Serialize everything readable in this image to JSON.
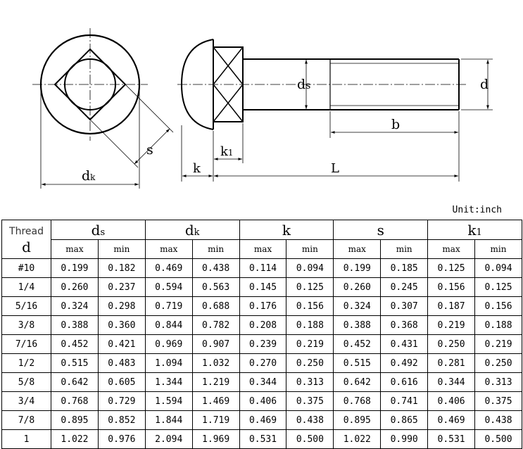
{
  "drawing": {
    "dim_labels": {
      "dk": "d",
      "dk_sub": "k",
      "s": "s",
      "k": "k",
      "k1": "k",
      "k1_sub": "1",
      "ds": "d",
      "ds_sub": "s",
      "d": "d",
      "b": "b",
      "L": "L"
    }
  },
  "unit": "Unit:inch",
  "table": {
    "thread_header_line1": "Thread",
    "thread_header_line2": "d",
    "groups": [
      {
        "label": "d",
        "sub": "s"
      },
      {
        "label": "d",
        "sub": "k"
      },
      {
        "label": "k",
        "sub": ""
      },
      {
        "label": "s",
        "sub": ""
      },
      {
        "label": "k",
        "sub": "1"
      }
    ],
    "max_label": "max",
    "min_label": "min",
    "rows": [
      {
        "thread": "#10",
        "values": [
          "0.199",
          "0.182",
          "0.469",
          "0.438",
          "0.114",
          "0.094",
          "0.199",
          "0.185",
          "0.125",
          "0.094"
        ]
      },
      {
        "thread": "1/4",
        "values": [
          "0.260",
          "0.237",
          "0.594",
          "0.563",
          "0.145",
          "0.125",
          "0.260",
          "0.245",
          "0.156",
          "0.125"
        ]
      },
      {
        "thread": "5/16",
        "values": [
          "0.324",
          "0.298",
          "0.719",
          "0.688",
          "0.176",
          "0.156",
          "0.324",
          "0.307",
          "0.187",
          "0.156"
        ]
      },
      {
        "thread": "3/8",
        "values": [
          "0.388",
          "0.360",
          "0.844",
          "0.782",
          "0.208",
          "0.188",
          "0.388",
          "0.368",
          "0.219",
          "0.188"
        ]
      },
      {
        "thread": "7/16",
        "values": [
          "0.452",
          "0.421",
          "0.969",
          "0.907",
          "0.239",
          "0.219",
          "0.452",
          "0.431",
          "0.250",
          "0.219"
        ]
      },
      {
        "thread": "1/2",
        "values": [
          "0.515",
          "0.483",
          "1.094",
          "1.032",
          "0.270",
          "0.250",
          "0.515",
          "0.492",
          "0.281",
          "0.250"
        ]
      },
      {
        "thread": "5/8",
        "values": [
          "0.642",
          "0.605",
          "1.344",
          "1.219",
          "0.344",
          "0.313",
          "0.642",
          "0.616",
          "0.344",
          "0.313"
        ]
      },
      {
        "thread": "3/4",
        "values": [
          "0.768",
          "0.729",
          "1.594",
          "1.469",
          "0.406",
          "0.375",
          "0.768",
          "0.741",
          "0.406",
          "0.375"
        ]
      },
      {
        "thread": "7/8",
        "values": [
          "0.895",
          "0.852",
          "1.844",
          "1.719",
          "0.469",
          "0.438",
          "0.895",
          "0.865",
          "0.469",
          "0.438"
        ]
      },
      {
        "thread": "1",
        "values": [
          "1.022",
          "0.976",
          "2.094",
          "1.969",
          "0.531",
          "0.500",
          "1.022",
          "0.990",
          "0.531",
          "0.500"
        ]
      }
    ]
  }
}
